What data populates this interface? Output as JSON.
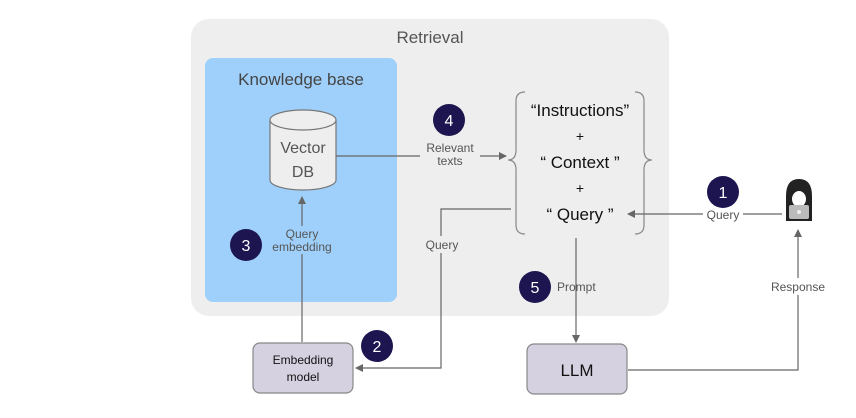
{
  "retrieval": {
    "title": "Retrieval"
  },
  "knowledge_base": {
    "title": "Knowledge base"
  },
  "vector_db": {
    "line1": "Vector",
    "line2": "DB"
  },
  "prompt_template": {
    "instructions": "“Instructions”",
    "plus1": "+",
    "context": "“ Context ”",
    "plus2": "+",
    "query": "“ Query ”"
  },
  "edges": {
    "relevant_line1": "Relevant",
    "relevant_line2": "texts",
    "query_embedding_line1": "Query",
    "query_embedding_line2": "embedding",
    "query_to_embedding": "Query",
    "user_query": "Query",
    "prompt": "Prompt",
    "response": "Response"
  },
  "nodes": {
    "embedding_model_line1": "Embedding",
    "embedding_model_line2": "model",
    "llm": "LLM"
  },
  "steps": [
    "1",
    "2",
    "3",
    "4",
    "5"
  ],
  "colors": {
    "retrieval_bg": "#eeeeee",
    "knowledge_bg": "#9fd0fb",
    "node_fill": "#d5d1e1",
    "step_circle": "#1c1550",
    "arrow": "#666666"
  }
}
